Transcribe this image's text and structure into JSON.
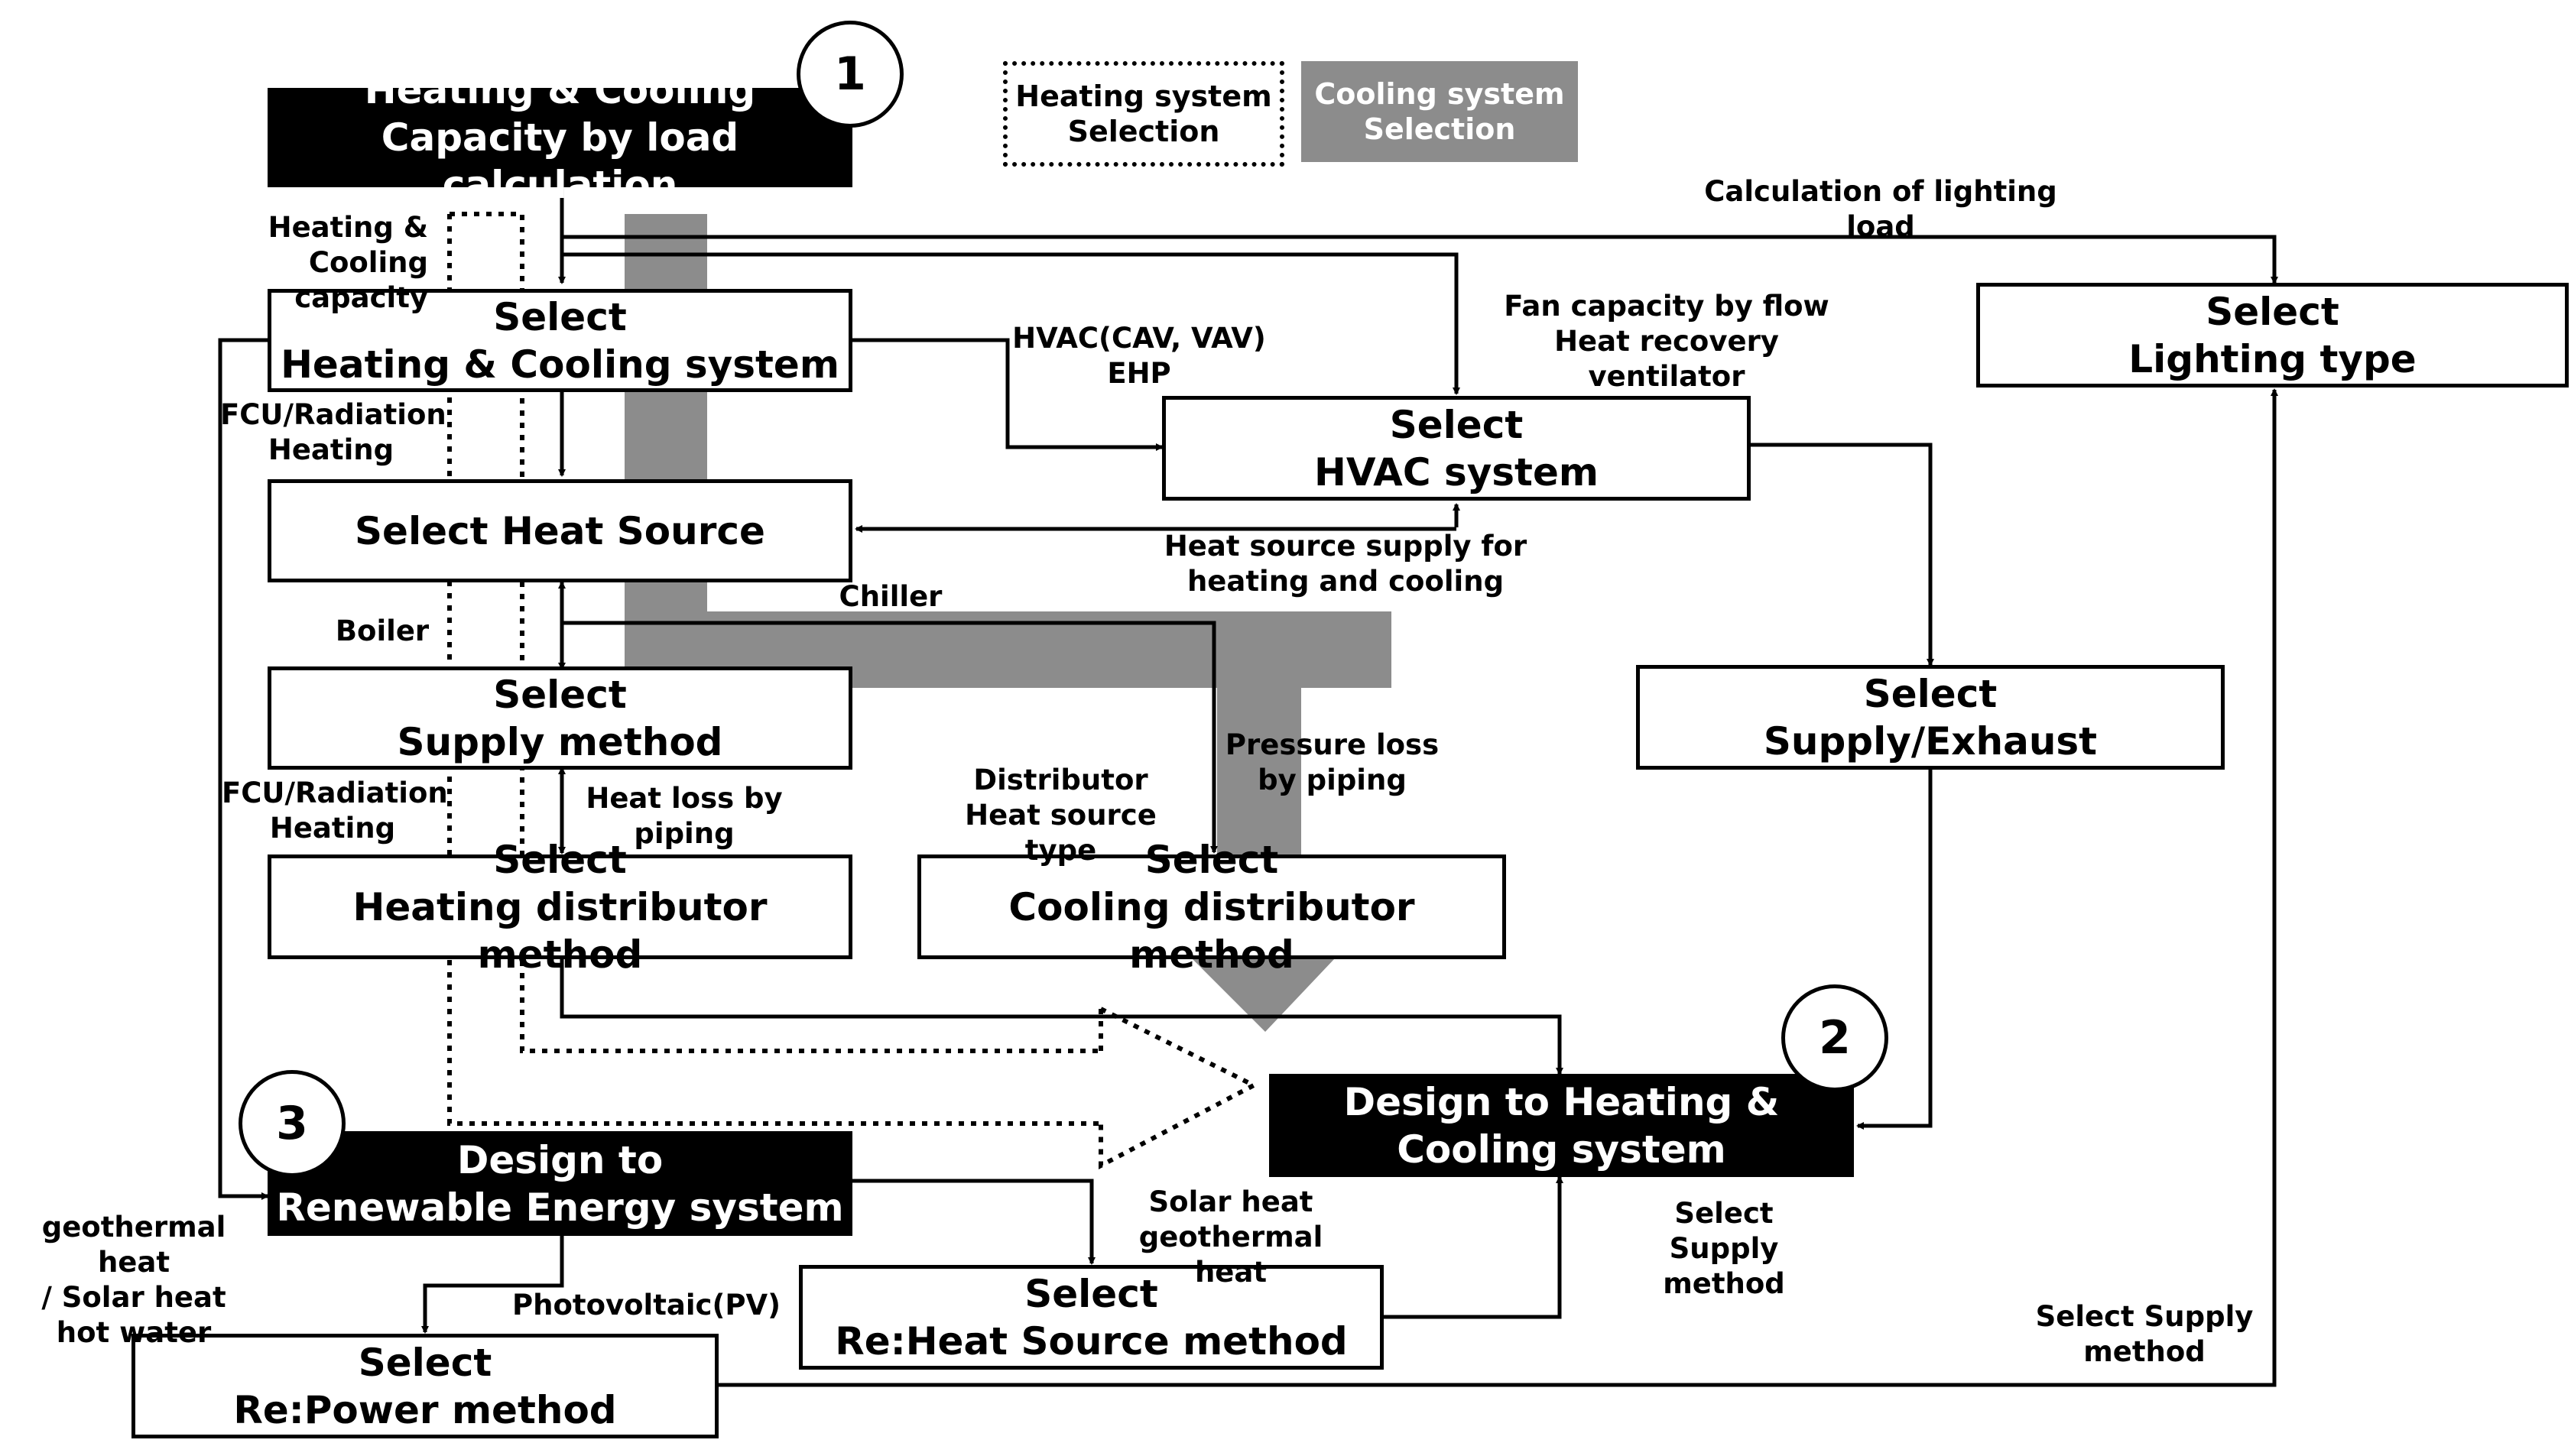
{
  "legend": {
    "heating": "Heating system\nSelection",
    "cooling": "Cooling system\nSelection"
  },
  "markers": {
    "one": "1",
    "two": "2",
    "three": "3"
  },
  "boxes": {
    "capacity": "Heating & Cooling\nCapacity by load calculation",
    "select_hc": "Select\nHeating & Cooling system",
    "heat_source": "Select Heat Source",
    "supply_method": "Select\nSupply method",
    "heating_dist": "Select\nHeating distributor method",
    "cooling_dist": "Select\nCooling distributor method",
    "hvac": "Select\nHVAC system",
    "supply_exhaust": "Select\nSupply/Exhaust",
    "lighting": "Select\nLighting type",
    "design_hc": "Design to Heating &\nCooling system",
    "renewable": "Design to\nRenewable Energy system",
    "re_heat": "Select\nRe:Heat Source method",
    "re_power": "Select\nRe:Power method"
  },
  "labels": {
    "hc_capacity": "Heating &\nCooling capacity",
    "lighting_load": "Calculation of lighting load",
    "fan_capacity": "Fan capacity by flow\nHeat recovery ventilator",
    "hvac_types": "HVAC(CAV, VAV)\nEHP",
    "fcu1": "FCU/Radiation\nHeating",
    "heat_supply": "Heat source supply for\nheating and cooling",
    "chiller": "Chiller",
    "boiler": "Boiler",
    "pressure_loss": "Pressure loss\nby piping",
    "distributor": "Distributor\nHeat source type",
    "fcu2": "FCU/Radiation\nHeating",
    "heat_loss": "Heat loss by\npiping",
    "solar_geo": "Solar heat\ngeothermal heat",
    "select_supply_method": "Select\nSupply method",
    "geothermal_left": "geothermal heat\n/ Solar heat\nhot water",
    "pv": "Photovoltaic(PV)",
    "select_supply_method2": "Select Supply\nmethod"
  }
}
